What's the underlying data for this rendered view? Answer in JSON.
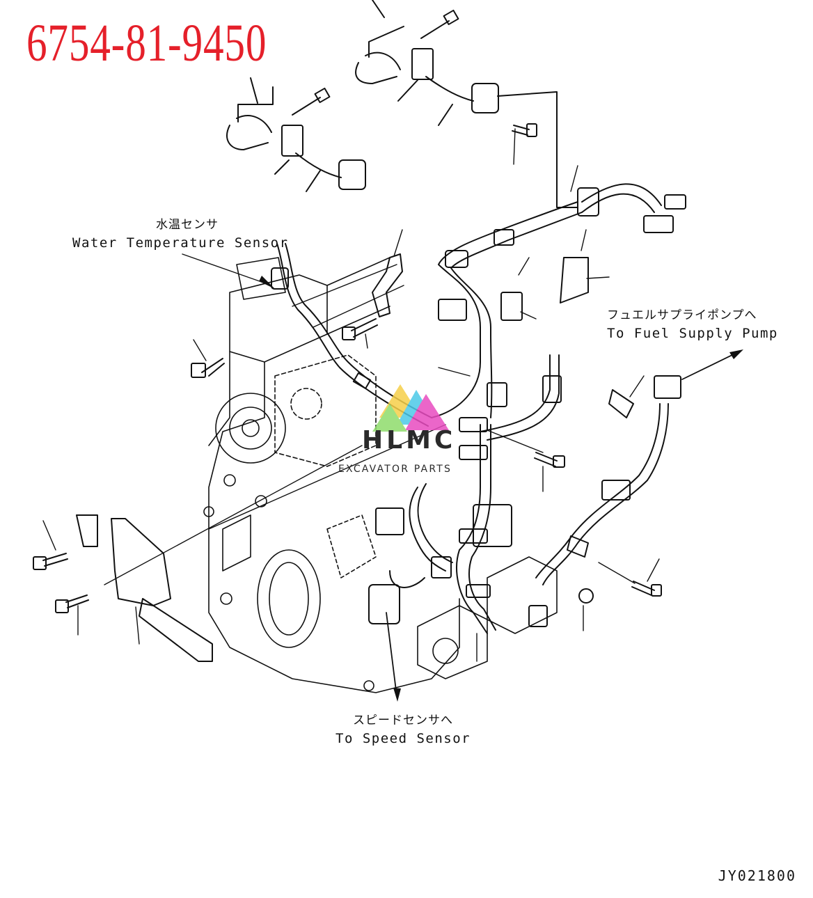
{
  "header": {
    "part_number": "6754-81-9450"
  },
  "callouts": {
    "water_temp": {
      "jp": "水温センサ",
      "en": "Water Temperature Sensor"
    },
    "fuel_pump": {
      "jp": "フュエルサプライポンプへ",
      "en": "To Fuel Supply Pump"
    },
    "speed_sensor": {
      "jp": "スピードセンサへ",
      "en": "To Speed Sensor"
    }
  },
  "watermark": {
    "brand": "HLMC",
    "tagline": "EXCAVATOR PARTS"
  },
  "footer": {
    "drawing_id": "JY021800"
  },
  "colors": {
    "part_number": "#e5202a",
    "line": "#111111"
  }
}
